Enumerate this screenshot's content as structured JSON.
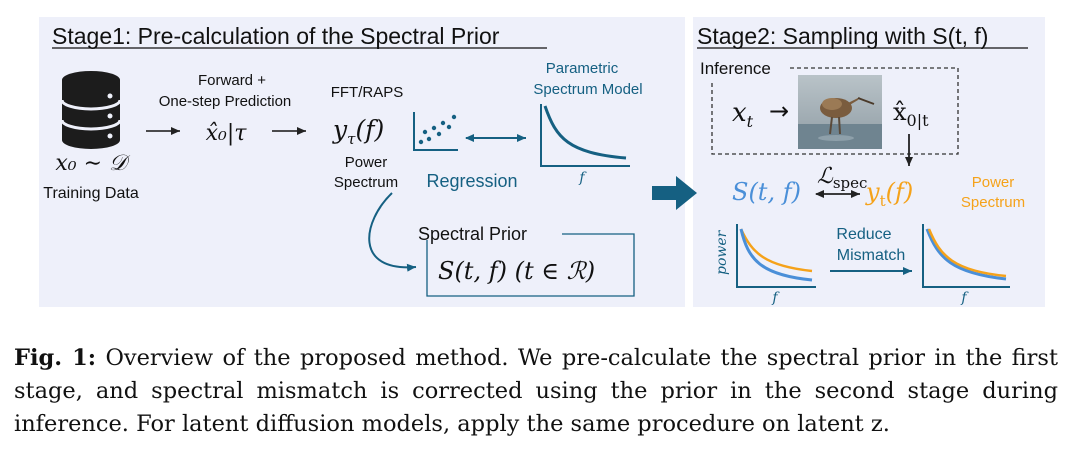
{
  "stage1": {
    "title": "Stage1: Pre-calculation of the Spectral Prior",
    "training_data_symbol": "x₀ ∼ 𝒟",
    "training_data_label": "Training Data",
    "forward_label_1": "Forward +",
    "forward_label_2": "One-step Prediction",
    "prediction_symbol": "x̂₀|τ",
    "fft_label": "FFT/RAPS",
    "power_symbol": "y",
    "power_symbol_sub": "τ",
    "power_symbol_arg": "(f)",
    "power_label_1": "Power",
    "power_label_2": "Spectrum",
    "regression_label": "Regression",
    "model_label_1": "Parametric",
    "model_label_2": "Spectrum Model",
    "model_axis_f": "f",
    "prior_label": "Spectral Prior",
    "prior_formula": "S(t, f) (t ∈ ℛ)"
  },
  "stage2": {
    "title": "Stage2: Sampling with S(t, f)",
    "inference_label": "Inference",
    "xt_symbol": "x",
    "xt_sub": "t",
    "arrow": "→",
    "x0t_symbol": "x̂",
    "x0t_sub": "0|t",
    "S_symbol": "S(t, f)",
    "loss_symbol": "ℒ",
    "loss_sub": "spec",
    "yt_symbol": "y",
    "yt_sub": "t",
    "yt_arg": "(f)",
    "power_label_1": "Power",
    "power_label_2": "Spectrum",
    "reduce_label_1": "Reduce",
    "reduce_label_2": "Mismatch",
    "axis_power": "power",
    "axis_f": "f"
  },
  "caption": {
    "fig_label": "Fig. 1:",
    "text": " Overview of the proposed method. We pre-calculate the spectral prior in the first stage, and spectral mismatch is corrected using the prior in the second stage during inference. For latent diffusion models, apply the same procedure on latent z."
  },
  "colors": {
    "panel_bg": "#eef0fa",
    "teal": "#156082",
    "blue": "#4a8fd8",
    "orange": "#f5a21a",
    "text": "#111111"
  }
}
